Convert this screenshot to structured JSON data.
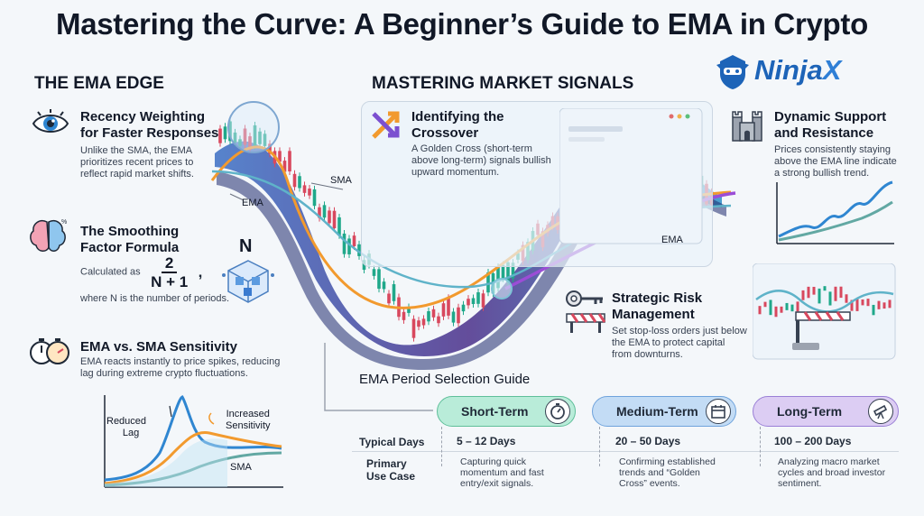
{
  "title": "Mastering the Curve: A Beginner’s Guide to EMA in Crypto",
  "logo": {
    "main": "Ninja",
    "accent": "X"
  },
  "left_section": {
    "heading": "THE EMA EDGE",
    "recency": {
      "title_l1": "Recency Weighting",
      "title_l2": "for Faster Responses",
      "text_l1": "Unlike the SMA, the EMA",
      "text_l2": "prioritizes recent prices to",
      "text_l3": "reflect rapid market shifts."
    },
    "formula": {
      "title_l1": "The Smoothing",
      "title_l2": "Factor Formula",
      "calc_prefix": "Calculated as",
      "numerator": "2",
      "denominator": "N + 1",
      "comma": ",",
      "note": "where N is the number of periods.",
      "cube_label": "N"
    },
    "sensitivity": {
      "title": "EMA vs. SMA Sensitivity",
      "text_l1": "EMA reacts instantly to price spikes, reducing",
      "text_l2": "lag during extreme crypto fluctuations.",
      "mini_labels": {
        "reduced_l1": "Reduced",
        "reduced_l2": "Lag",
        "increased_l1": "Increased",
        "increased_l2": "Sensitivity",
        "sma": "SMA"
      }
    }
  },
  "center": {
    "heading": "MASTERING MARKET SIGNALS",
    "curve_labels": {
      "ema_left": "EMA",
      "sma": "SMA",
      "ema_right": "EMA"
    },
    "crossover": {
      "title_l1": "Identifying the",
      "title_l2": "Crossover",
      "text_l1": "A Golden Cross (short-term",
      "text_l2": "above long-term) signals bullish",
      "text_l3": "upward momentum."
    },
    "risk": {
      "title_l1": "Strategic Risk",
      "title_l2": "Management",
      "text_l1": "Set stop-loss orders just below",
      "text_l2": "the EMA to protect capital",
      "text_l3": "from downturns."
    }
  },
  "right_section": {
    "support": {
      "title_l1": "Dynamic Support",
      "title_l2": "and Resistance",
      "text_l1": "Prices consistently staying",
      "text_l2": "above the EMA line indicate",
      "text_l3": "a strong bullish trend."
    }
  },
  "guide": {
    "heading": "EMA Period Selection Guide",
    "row_labels": {
      "days": "Typical Days",
      "use_l1": "Primary",
      "use_l2": "Use Case"
    },
    "periods": [
      {
        "name": "Short-Term",
        "days": "5 – 12 Days",
        "use_l1": "Capturing quick",
        "use_l2": "momentum and fast",
        "use_l3": "entry/exit signals.",
        "color": "#b9ecd9"
      },
      {
        "name": "Medium-Term",
        "days": "20 – 50 Days",
        "use_l1": "Confirming established",
        "use_l2": "trends and “Golden",
        "use_l3": "Cross” events.",
        "color": "#c3dcf5"
      },
      {
        "name": "Long-Term",
        "days": "100 – 200 Days",
        "use_l1": "Analyzing macro market",
        "use_l2": "cycles and broad investor",
        "use_l3": "sentiment.",
        "color": "#dccdf3"
      }
    ]
  },
  "colors": {
    "ema": "#f29a2e",
    "sma": "#62a8a3",
    "up": "#1fa88a",
    "down": "#d8485e",
    "ribbon_purple": "#5b2d8a",
    "ribbon_blue": "#2d5fb0"
  },
  "icons": [
    "eye-icon",
    "brain-icon",
    "cube-network-icon",
    "stopwatch-icon",
    "crossover-arrows-icon",
    "castle-icon",
    "key-icon",
    "barrier-icon",
    "timer-icon",
    "calendar-icon",
    "telescope-icon",
    "ninja-logo-icon"
  ]
}
